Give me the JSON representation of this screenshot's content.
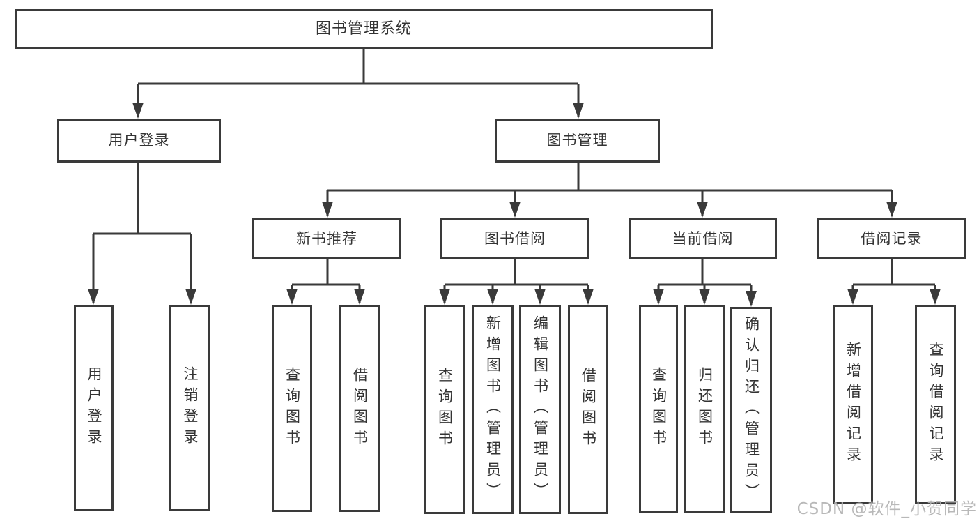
{
  "diagram": {
    "title": "图书管理系统",
    "type": "hierarchy-tree",
    "colors": {
      "line": "#3a3a3a",
      "box_border": "#3a3a3a",
      "box_bg": "#ffffff",
      "text": "#333333",
      "watermark_text": "#b3b3b3"
    },
    "tree": {
      "label": "图书管理系统",
      "children": [
        {
          "label": "用户登录",
          "children": [
            {
              "label": "用户登录"
            },
            {
              "label": "注销登录"
            }
          ]
        },
        {
          "label": "图书管理",
          "children": [
            {
              "label": "新书推荐",
              "children": [
                {
                  "label": "查询图书"
                },
                {
                  "label": "借阅图书"
                }
              ]
            },
            {
              "label": "图书借阅",
              "children": [
                {
                  "label": "查询图书"
                },
                {
                  "label": "新增图书（管理员）"
                },
                {
                  "label": "编辑图书（管理员）"
                },
                {
                  "label": "借阅图书"
                }
              ]
            },
            {
              "label": "当前借阅",
              "children": [
                {
                  "label": "查询图书"
                },
                {
                  "label": "归还图书"
                },
                {
                  "label": "确认归还（管理员）"
                }
              ]
            },
            {
              "label": "借阅记录",
              "children": [
                {
                  "label": "新增借阅记录"
                },
                {
                  "label": "查询借阅记录"
                }
              ]
            }
          ]
        }
      ]
    }
  },
  "nodes": {
    "root": "图书管理系统",
    "login": "用户登录",
    "mgmt": "图书管理",
    "login_user": "用户登录",
    "login_logout": "注销登录",
    "rec": "新书推荐",
    "borrow": "图书借阅",
    "current": "当前借阅",
    "record": "借阅记录",
    "rec_query": "查询图书",
    "rec_borrow": "借阅图书",
    "borrow_query": "查询图书",
    "borrow_add": "新增图书（管理员）",
    "borrow_edit": "编辑图书（管理员）",
    "borrow_borrow": "借阅图书",
    "current_query": "查询图书",
    "current_return": "归还图书",
    "current_confirm": "确认归还（管理员）",
    "record_add": "新增借阅记录",
    "record_query": "查询借阅记录"
  },
  "watermark": {
    "text": "CSDN @软件_小贺同学"
  }
}
